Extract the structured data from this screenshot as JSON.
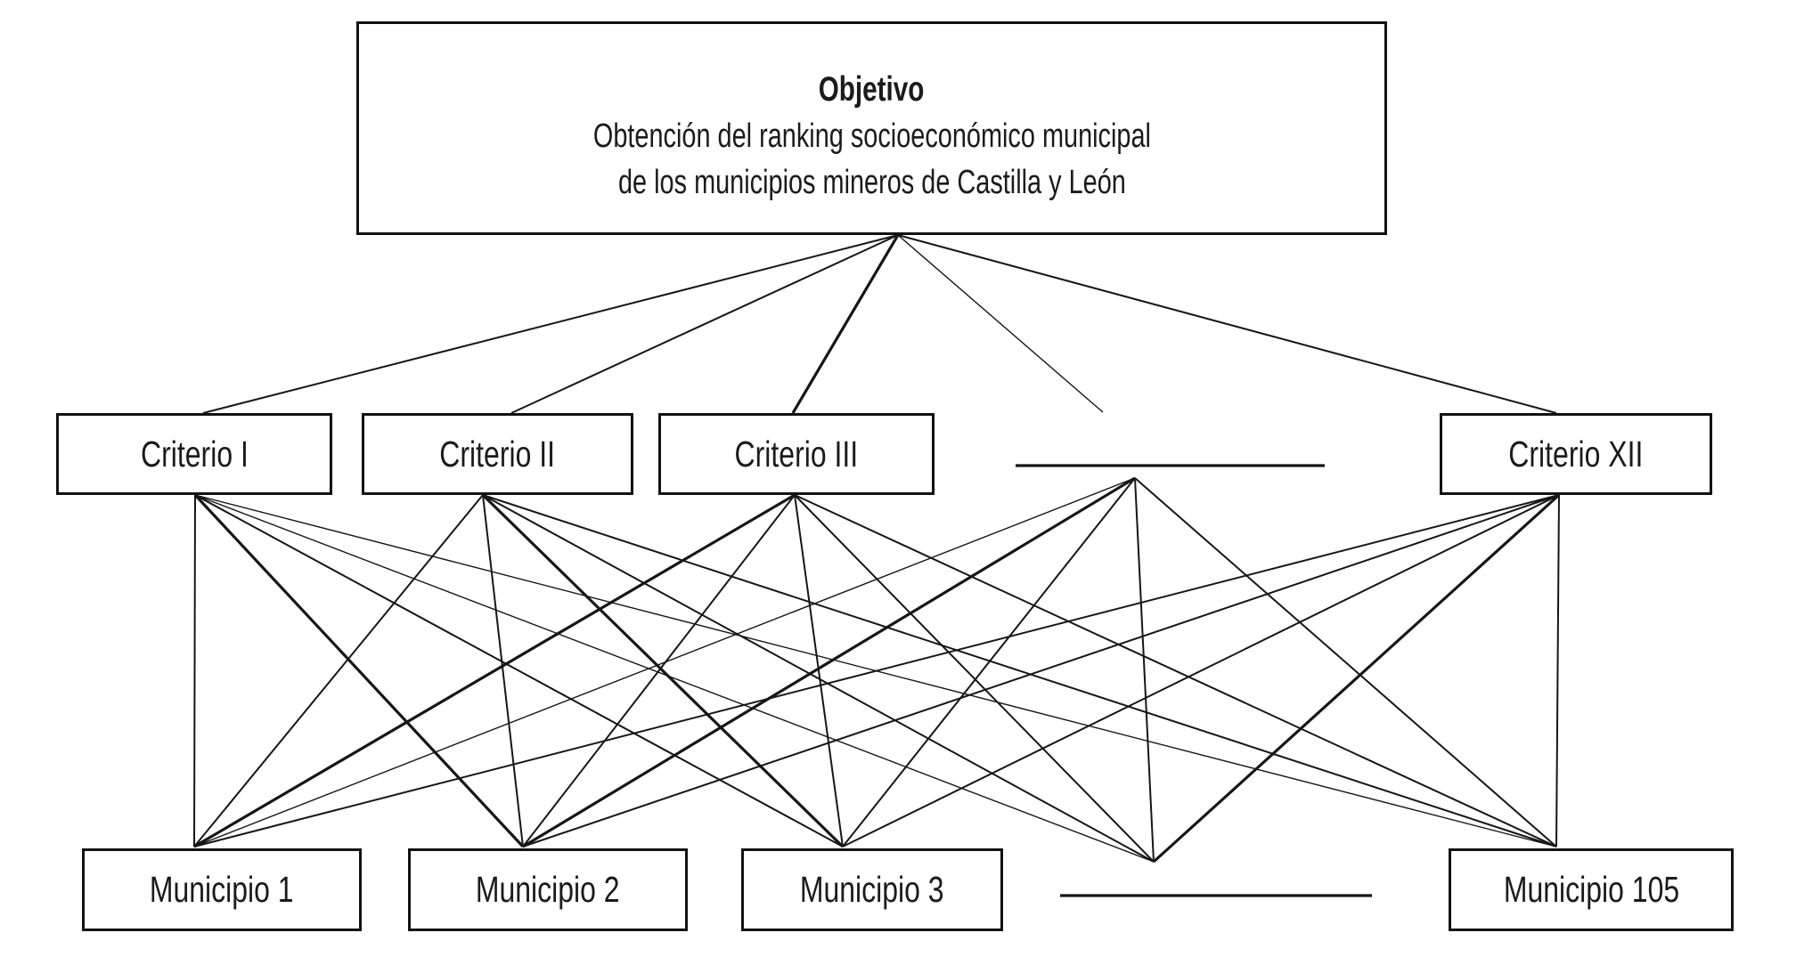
{
  "diagram": {
    "objective": {
      "title": "Objetivo",
      "subtitle_line1": "Obtención del ranking socioeconómico municipal",
      "subtitle_line2": "de los municipios mineros de Castilla y León"
    },
    "criteria": [
      {
        "label": "Criterio I"
      },
      {
        "label": "Criterio II"
      },
      {
        "label": "Criterio III"
      },
      {
        "label": "Criterio XII"
      }
    ],
    "municipalities": [
      {
        "label": "Municipio 1"
      },
      {
        "label": "Municipio 2"
      },
      {
        "label": "Municipio 3"
      },
      {
        "label": "Municipio 105"
      }
    ]
  },
  "colors": {
    "background": "#ffffff",
    "line": "#161616",
    "text": "#1b1b1b"
  }
}
